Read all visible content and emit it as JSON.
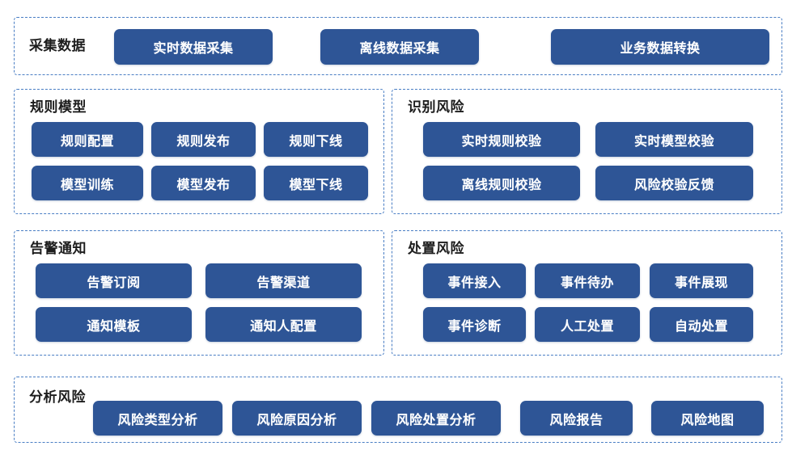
{
  "theme": {
    "button_fill": "#2e5596",
    "panel_border": "#4a7ec4",
    "page_background": "#ffffff",
    "title_color": "#1d1d1d",
    "button_text_color": "#ffffff"
  },
  "diagram": {
    "type": "capability-map",
    "rows": 4,
    "panel_count": 6
  },
  "panels": {
    "collect": {
      "title": "采集数据",
      "buttons": [
        {
          "label": "实时数据采集"
        },
        {
          "label": "离线数据采集"
        },
        {
          "label": "业务数据转换"
        }
      ]
    },
    "rule_model": {
      "title": "规则模型",
      "buttons": [
        {
          "label": "规则配置"
        },
        {
          "label": "规则发布"
        },
        {
          "label": "规则下线"
        },
        {
          "label": "模型训练"
        },
        {
          "label": "模型发布"
        },
        {
          "label": "模型下线"
        }
      ]
    },
    "identify_risk": {
      "title": "识别风险",
      "buttons": [
        {
          "label": "实时规则校验"
        },
        {
          "label": "实时模型校验"
        },
        {
          "label": "离线规则校验"
        },
        {
          "label": "风险校验反馈"
        }
      ]
    },
    "alarm_notify": {
      "title": "告警通知",
      "buttons": [
        {
          "label": "告警订阅"
        },
        {
          "label": "告警渠道"
        },
        {
          "label": "通知模板"
        },
        {
          "label": "通知人配置"
        }
      ]
    },
    "handle_risk": {
      "title": "处置风险",
      "buttons": [
        {
          "label": "事件接入"
        },
        {
          "label": "事件待办"
        },
        {
          "label": "事件展现"
        },
        {
          "label": "事件诊断"
        },
        {
          "label": "人工处置"
        },
        {
          "label": "自动处置"
        }
      ]
    },
    "analyse_risk": {
      "title": "分析风险",
      "buttons": [
        {
          "label": "风险类型分析"
        },
        {
          "label": "风险原因分析"
        },
        {
          "label": "风险处置分析"
        },
        {
          "label": "风险报告"
        },
        {
          "label": "风险地图"
        }
      ]
    }
  }
}
